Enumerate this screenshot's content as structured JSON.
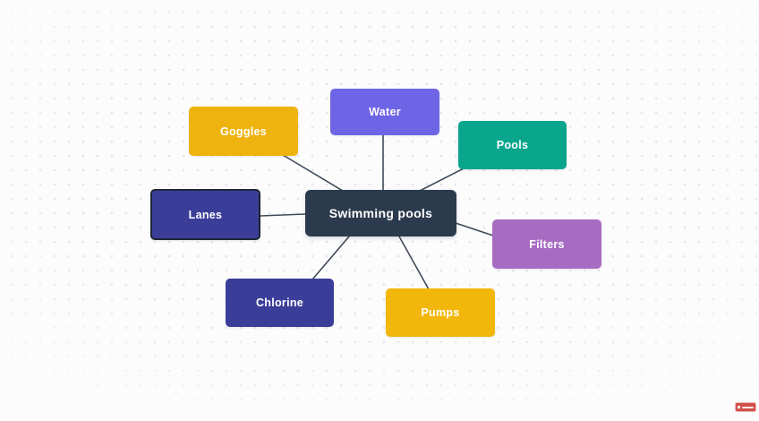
{
  "canvas": {
    "background_color": "#fcfcfd",
    "dot_color": "#e4e4e9"
  },
  "mindmap": {
    "center": {
      "label": "Swimming pools",
      "color": "#2b3a4d",
      "text_color": "#ffffff"
    },
    "nodes": [
      {
        "label": "Goggles",
        "color": "#efb310",
        "text_color": "#ffffff"
      },
      {
        "label": "Water",
        "color": "#6e65e6",
        "text_color": "#ffffff"
      },
      {
        "label": "Pools",
        "color": "#0aa58d",
        "text_color": "#ffffff"
      },
      {
        "label": "Lanes",
        "color": "#3b3e99",
        "border_color": "#1e2734",
        "text_color": "#ffffff"
      },
      {
        "label": "Filters",
        "color": "#a76cc2",
        "text_color": "#ffffff"
      },
      {
        "label": "Chlorine",
        "color": "#3b3e99",
        "text_color": "#ffffff"
      },
      {
        "label": "Pumps",
        "color": "#f2b70a",
        "text_color": "#ffffff"
      }
    ],
    "connector_color": "#3e4a58"
  },
  "watermark": {
    "badge_color": "#d0504a"
  }
}
